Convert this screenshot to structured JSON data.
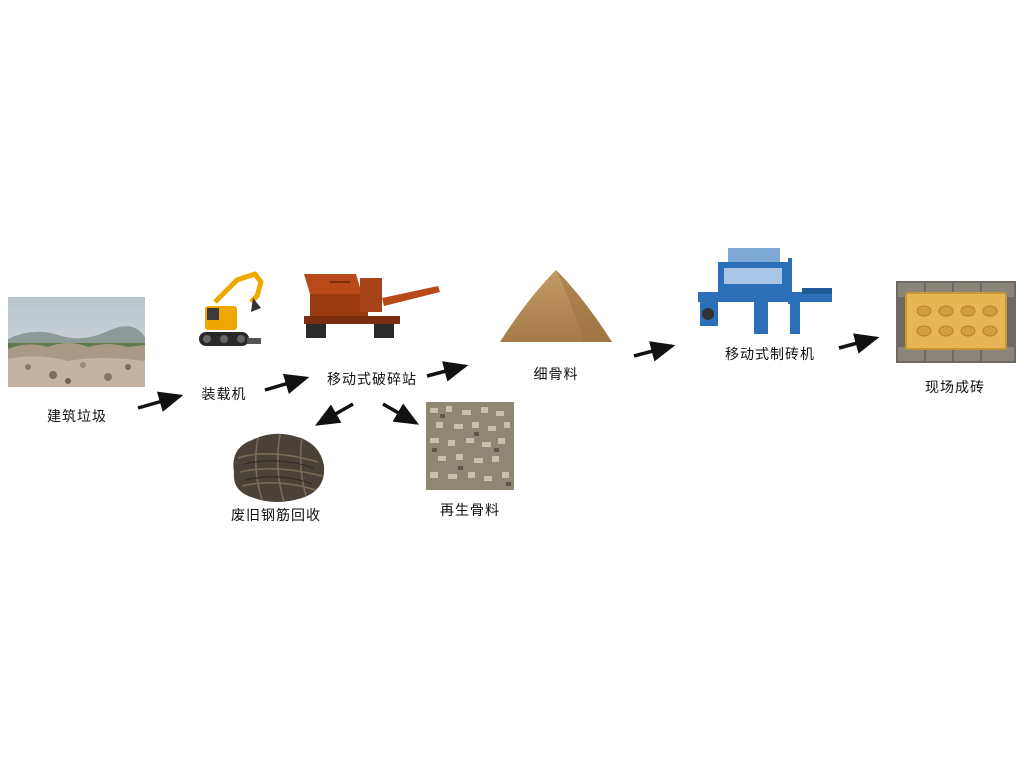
{
  "nodes": {
    "waste": {
      "label": "建筑垃圾"
    },
    "loader": {
      "label": "装载机"
    },
    "crusher": {
      "label": "移动式破碎站"
    },
    "steel": {
      "label": "废旧钢筋回收"
    },
    "recycled": {
      "label": "再生骨料"
    },
    "fine": {
      "label": "细骨料"
    },
    "brick_machine": {
      "label": "移动式制砖机"
    },
    "bricks": {
      "label": "现场成砖"
    }
  },
  "colors": {
    "arrow": "#111111",
    "crusher": "#b84a1a",
    "brick_machine": "#2a6fb8",
    "excavator": "#f0a800",
    "sand": "#b88a55"
  },
  "icons": [
    "construction-waste-photo",
    "excavator-icon",
    "mobile-crusher-icon",
    "scrap-steel-photo",
    "recycled-aggregate-photo",
    "sand-pile-icon",
    "brick-machine-icon",
    "brick-photo"
  ]
}
